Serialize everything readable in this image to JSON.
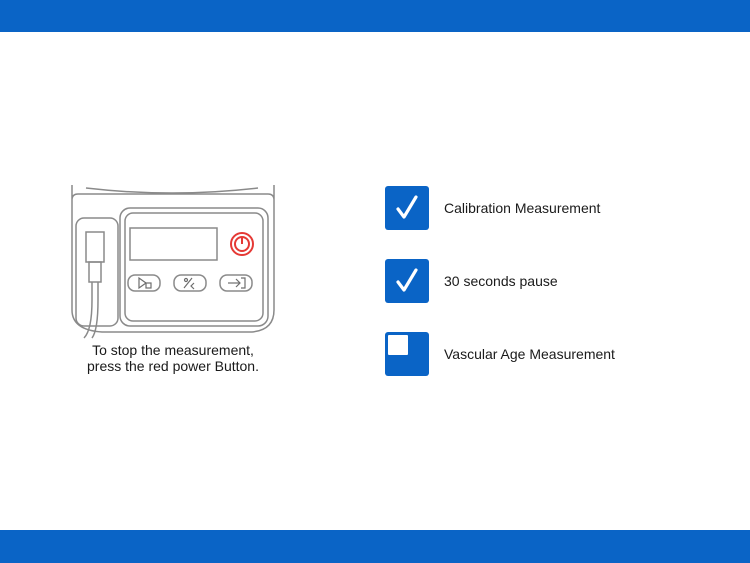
{
  "colors": {
    "accent": "#0a64c6",
    "power_button": "#e53935",
    "device_outline": "#8a8a8a"
  },
  "instruction": {
    "line1": "To stop the measurement,",
    "line2": "press the red power Button."
  },
  "steps": [
    {
      "label": "Calibration Measurement",
      "status": "done",
      "icon": "checkmark-icon"
    },
    {
      "label": "30 seconds pause",
      "status": "done",
      "icon": "checkmark-icon"
    },
    {
      "label": "Vascular Age Measurement",
      "status": "in-progress",
      "icon": "progress-square-icon"
    }
  ]
}
